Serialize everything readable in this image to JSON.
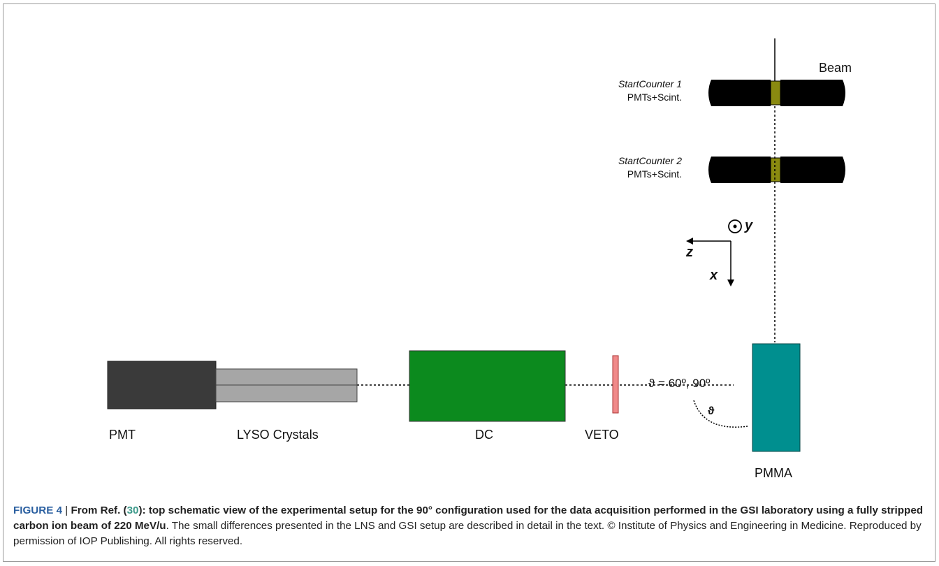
{
  "diagram": {
    "beam_label": "Beam",
    "start_counter_1": {
      "name": "StartCounter 1",
      "desc": "PMTs+Scint."
    },
    "start_counter_2": {
      "name": "StartCounter 2",
      "desc": "PMTs+Scint."
    },
    "axes": {
      "y": "y",
      "z": "z",
      "x": "x"
    },
    "angle_label": "ϑ = 60º, 90º",
    "theta": "ϑ",
    "components": {
      "pmt": "PMT",
      "lyso": "LYSO Crystals",
      "dc": "DC",
      "veto": "VETO",
      "pmma": "PMMA"
    },
    "colors": {
      "pmt": "#3a3a3a",
      "lyso": "#a6a6a6",
      "dc": "#0c8a1e",
      "veto": "#f08a8a",
      "pmma": "#008f8f",
      "scintillator": "#8a8a10"
    }
  },
  "caption": {
    "figure_label": "FIGURE 4",
    "sep": " | ",
    "bold_pre": "From Ref. (",
    "ref": "30",
    "bold_post": "): top schematic view of the experimental setup for the 90° configuration used for the data acquisition performed in the GSI laboratory using a fully stripped carbon ion beam of 220 MeV/u",
    "rest": ". The small differences presented in the LNS and GSI setup are described in detail in the text. © Institute of Physics and Engineering in Medicine. Reproduced by permission of IOP Publishing. All rights reserved."
  }
}
